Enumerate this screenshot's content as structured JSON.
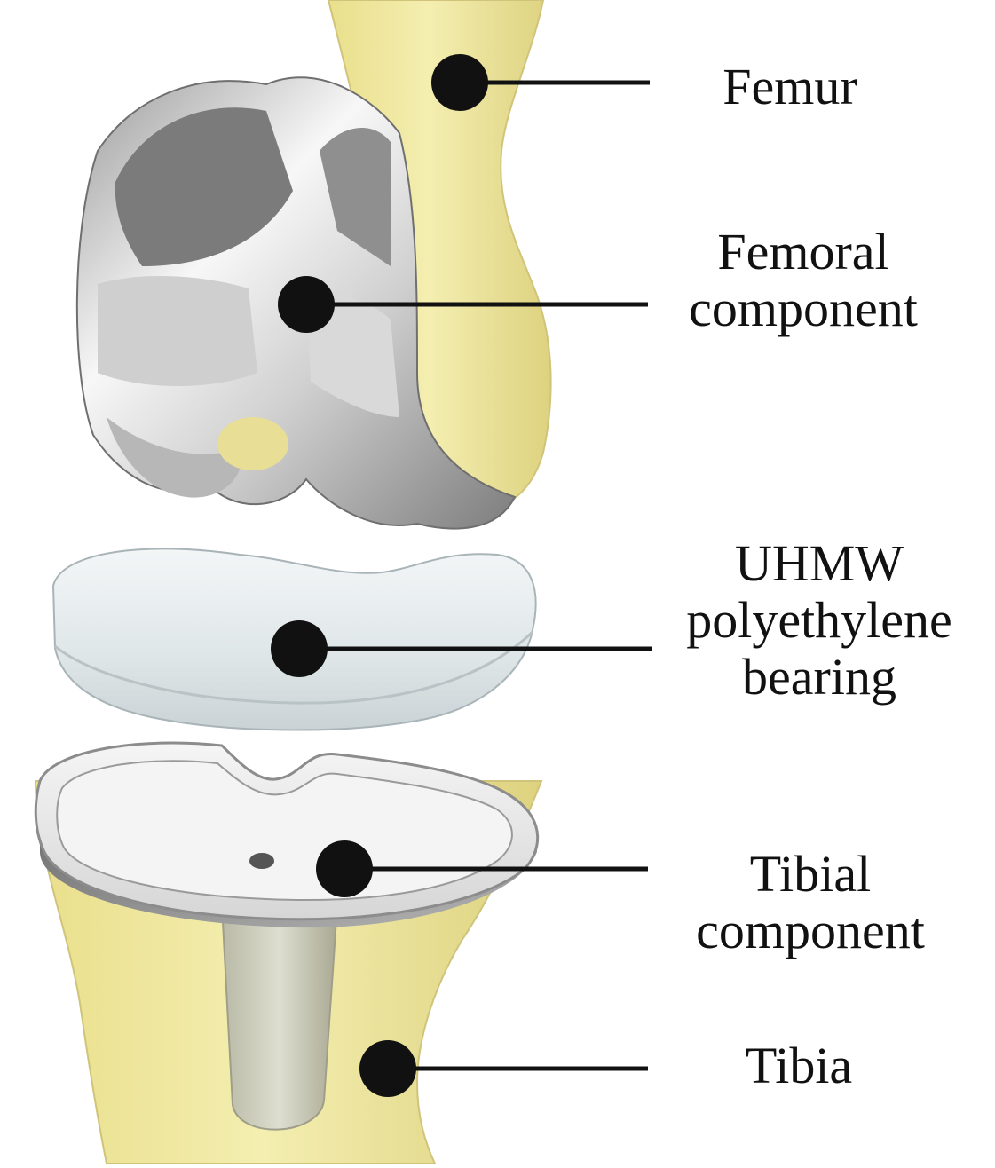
{
  "labels": {
    "femur": "Femur",
    "femoral_component": [
      "Femoral",
      "component"
    ],
    "bearing": [
      "UHMW",
      "polyethylene",
      "bearing"
    ],
    "tibial_component": [
      "Tibial",
      "component"
    ],
    "tibia": "Tibia"
  },
  "colors": {
    "bone": "#f1eaa2",
    "bone_shadow": "#d9cf7a",
    "metal_light": "#f2f2f2",
    "metal_mid": "#c9c9c9",
    "metal_dark": "#8a8a8a",
    "polyethylene": "#e6ecee",
    "leader": "#111111"
  }
}
